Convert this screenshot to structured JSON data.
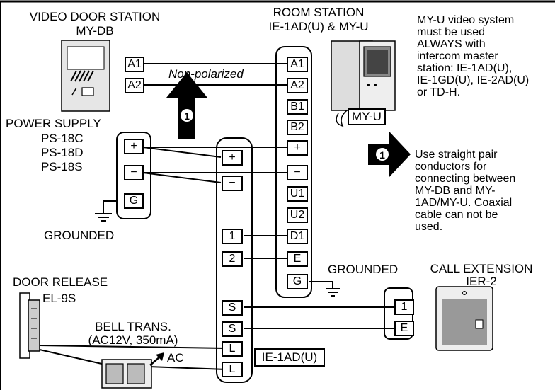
{
  "video_door_station": {
    "title": "VIDEO DOOR STATION",
    "model": "MY-DB"
  },
  "room_station": {
    "title": "ROOM STATION",
    "model": "IE-1AD(U) & MY-U"
  },
  "my_u_note": "MY-U video system\nmust be used\nALWAYS with\nintercom master\nstation: IE-1AD(U),\nIE-1GD(U), IE-2AD(U)\nor TD-H.",
  "my_u_label": "MY-U",
  "non_polarized": "Non-polarized",
  "power_supply": {
    "title": "POWER SUPPLY",
    "models": [
      "PS-18C",
      "PS-18D",
      "PS-18S"
    ]
  },
  "grounded_left": "GROUNDED",
  "grounded_right": "GROUNDED",
  "note_marker": "1",
  "wiring_note": "Use straight pair\nconductors for\nconnecting between\nMY-DB and MY-\n1AD/MY-U. Coaxial\ncable can not be\nused.",
  "door_release": {
    "title": "DOOR RELEASE",
    "model": "EL-9S"
  },
  "bell_trans": {
    "title": "BELL TRANS.",
    "spec": "(AC12V, 350mA)"
  },
  "ac_label": "AC",
  "call_extension": {
    "title": "CALL EXTENSION",
    "model": "IER-2"
  },
  "ie1ad_label": "IE-1AD(U)",
  "terminals": {
    "mydb": [
      "A1",
      "A2"
    ],
    "room": [
      "A1",
      "A2",
      "B1",
      "B2",
      "+",
      "−",
      "U1",
      "U2",
      "D1",
      "E",
      "G"
    ],
    "power": [
      "+",
      "−",
      "G"
    ],
    "ie1ad": [
      "+",
      "−",
      "1",
      "2",
      "S",
      "S",
      "L",
      "L"
    ],
    "extension": [
      "1",
      "E"
    ]
  }
}
